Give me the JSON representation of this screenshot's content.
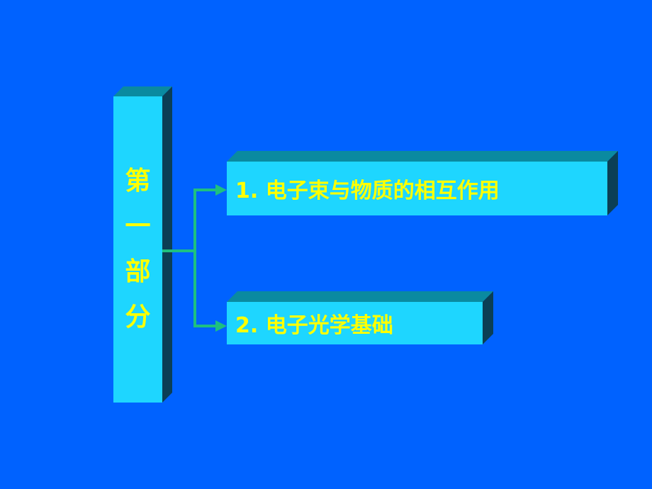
{
  "section": {
    "chars": [
      "第",
      "一",
      "部",
      "分"
    ]
  },
  "items": [
    {
      "label": "1. 电子束与物质的相互作用"
    },
    {
      "label": "2. 电子光学基础"
    }
  ],
  "colors": {
    "background": "#0062ff",
    "box_front": "#1ed6ff",
    "box_top": "#0a8aa0",
    "box_side": "#0b3f55",
    "text": "#ffff00",
    "connector": "#1ec080"
  }
}
